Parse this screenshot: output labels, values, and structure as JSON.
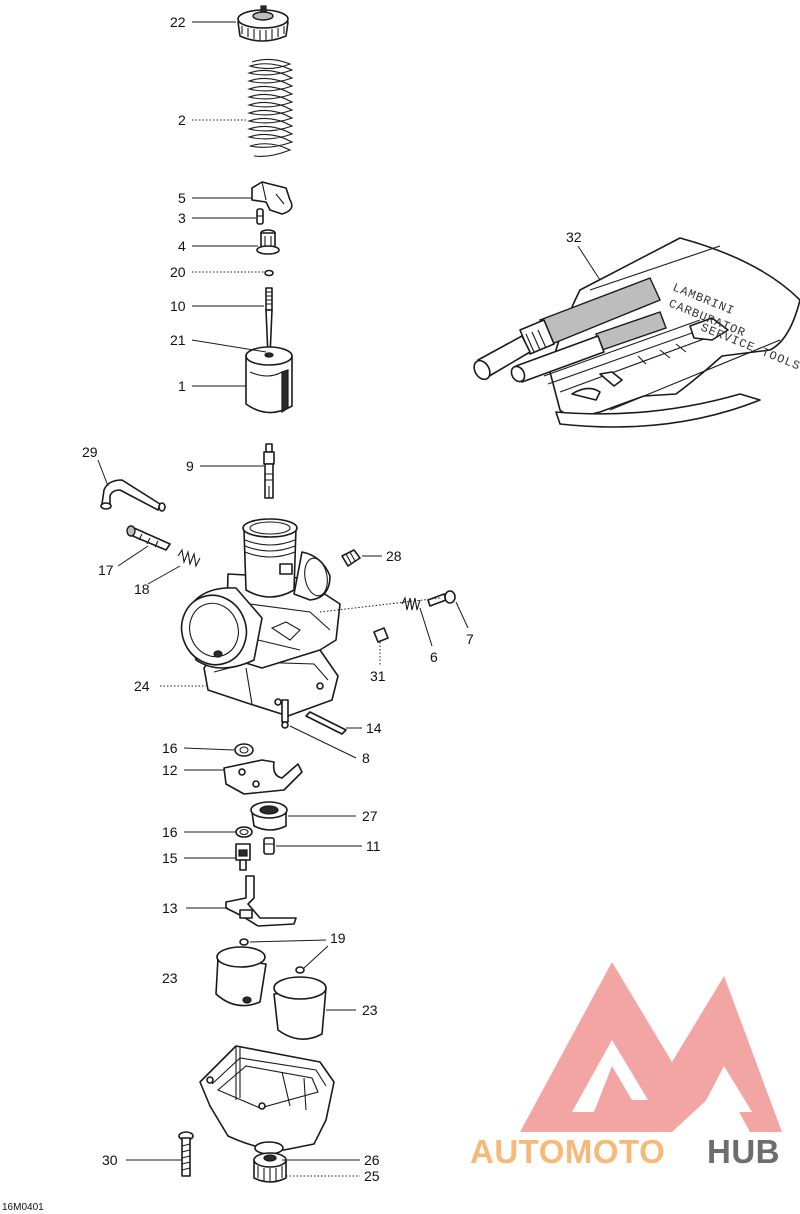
{
  "diagram": {
    "doc_ref": "16M0401",
    "callouts": {
      "c1": "1",
      "c2": "2",
      "c3": "3",
      "c4": "4",
      "c5": "5",
      "c6": "6",
      "c7": "7",
      "c8": "8",
      "c9": "9",
      "c10": "10",
      "c11": "11",
      "c12": "12",
      "c13": "13",
      "c14": "14",
      "c15": "15",
      "c16a": "16",
      "c16b": "16",
      "c17": "17",
      "c18": "18",
      "c19": "19",
      "c20": "20",
      "c21": "21",
      "c22": "22",
      "c23a": "23",
      "c23b": "23",
      "c24": "24",
      "c25": "25",
      "c26": "26",
      "c27": "27",
      "c28": "28",
      "c29": "29",
      "c30": "30",
      "c31": "31",
      "c32": "32"
    },
    "tool_kit": {
      "brand_text": "LAMBRINI",
      "kit_text": "CARBURATOR",
      "small_text": "SERVICE TOOLS"
    }
  },
  "watermark": {
    "brand_part1": "AUTOMOTO",
    "brand_part2": "HUB",
    "colors": {
      "part1": "#f6b977",
      "part2": "#6d6d6d",
      "logo": "#f08a88"
    }
  }
}
